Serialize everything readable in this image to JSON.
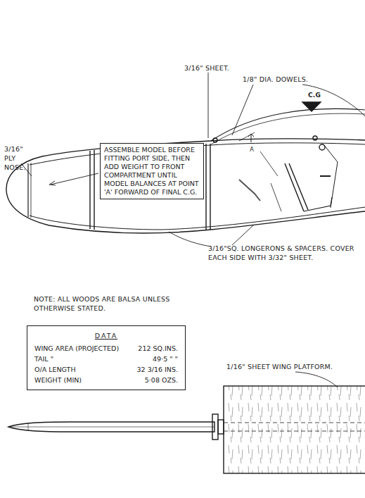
{
  "diagram": {
    "nodes": [
      {
        "text": [
          "ASSEMBLE MODEL BEFORE FITTING PORT SIDE, THEN ADD WEIGHT TO FRONT COMPARTMENT UNTIL MODEL BALANCES AT POINT 'A' FORWARD OF FINAL C.G."
        ]
      },
      {
        "text": [
          "DATA",
          "WING AREA (PROJECTED)",
          "212 SQ.INS.",
          "TAIL \"",
          "49·5 \" \"",
          "O/A LENGTH",
          "32 3/16 INS.",
          "WEIGHT (MIN)",
          "5·08 OZS."
        ]
      }
    ],
    "labels": [
      "3/16\" SHEET.",
      "1/8\" DIA. DOWELS.",
      "C.G",
      "A",
      "3/16\" PLY NOSE.",
      "3/16\"SQ. LONGERONS & SPACERS. COVER EACH SIDE WITH 3/32\" SHEET.",
      "NOTE: ALL WOODS ARE BALSA UNLESS OTHERWISE STATED.",
      "1/16\" SHEET WING PLATFORM."
    ]
  }
}
